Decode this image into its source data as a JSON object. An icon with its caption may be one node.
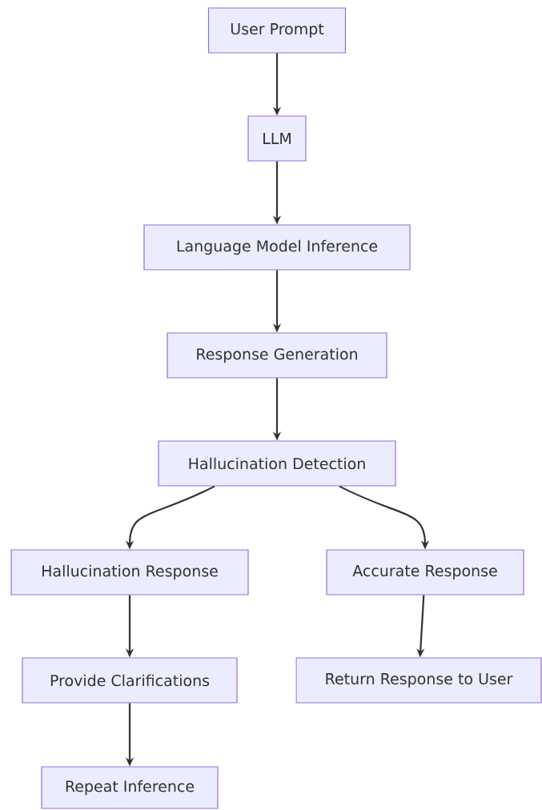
{
  "diagram": {
    "nodes": [
      {
        "text": [
          "User Prompt"
        ]
      },
      {
        "text": [
          "LLM"
        ]
      },
      {
        "text": [
          "Language Model Inference"
        ]
      },
      {
        "text": [
          "Response Generation"
        ]
      },
      {
        "text": [
          "Hallucination Detection"
        ]
      },
      {
        "text": [
          "Hallucination Response"
        ]
      },
      {
        "text": [
          "Accurate Response"
        ]
      },
      {
        "text": [
          "Provide Clarifications"
        ]
      },
      {
        "text": [
          "Return Response to User"
        ]
      },
      {
        "text": [
          "Repeat Inference"
        ]
      }
    ],
    "edges": [
      {
        "from": 0,
        "to": 1,
        "arrow": "to"
      },
      {
        "from": 1,
        "to": 2,
        "arrow": "to"
      },
      {
        "from": 2,
        "to": 3,
        "arrow": "to"
      },
      {
        "from": 3,
        "to": 4,
        "arrow": "to"
      },
      {
        "from": 4,
        "to": 5,
        "arrow": "to"
      },
      {
        "from": 4,
        "to": 6,
        "arrow": "to"
      },
      {
        "from": 5,
        "to": 7,
        "arrow": "to"
      },
      {
        "from": 6,
        "to": 8,
        "arrow": "to"
      },
      {
        "from": 7,
        "to": 9,
        "arrow": "to"
      }
    ]
  }
}
